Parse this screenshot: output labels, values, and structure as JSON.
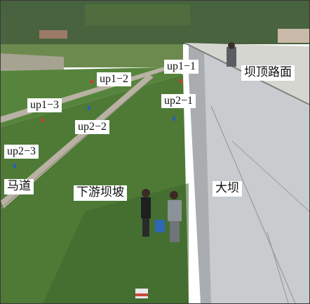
{
  "labels": {
    "up1_1": "up1−1",
    "up1_2": "up1−2",
    "up1_3": "up1−3",
    "up2_1": "up2−1",
    "up2_2": "up2−2",
    "up2_3": "up2−3",
    "crest_road": "坝顶路面",
    "berm": "马道",
    "downstream_slope": "下游坝坡",
    "dam": "大坝"
  },
  "colors": {
    "sky": "#cfdde8",
    "trees": "#3f5b35",
    "grass": "#4e7a36",
    "grass_dark": "#3d662b",
    "concrete": "#c9ccce",
    "concrete_shadow": "#a9adb0",
    "berm_path": "#b9b2a4"
  }
}
